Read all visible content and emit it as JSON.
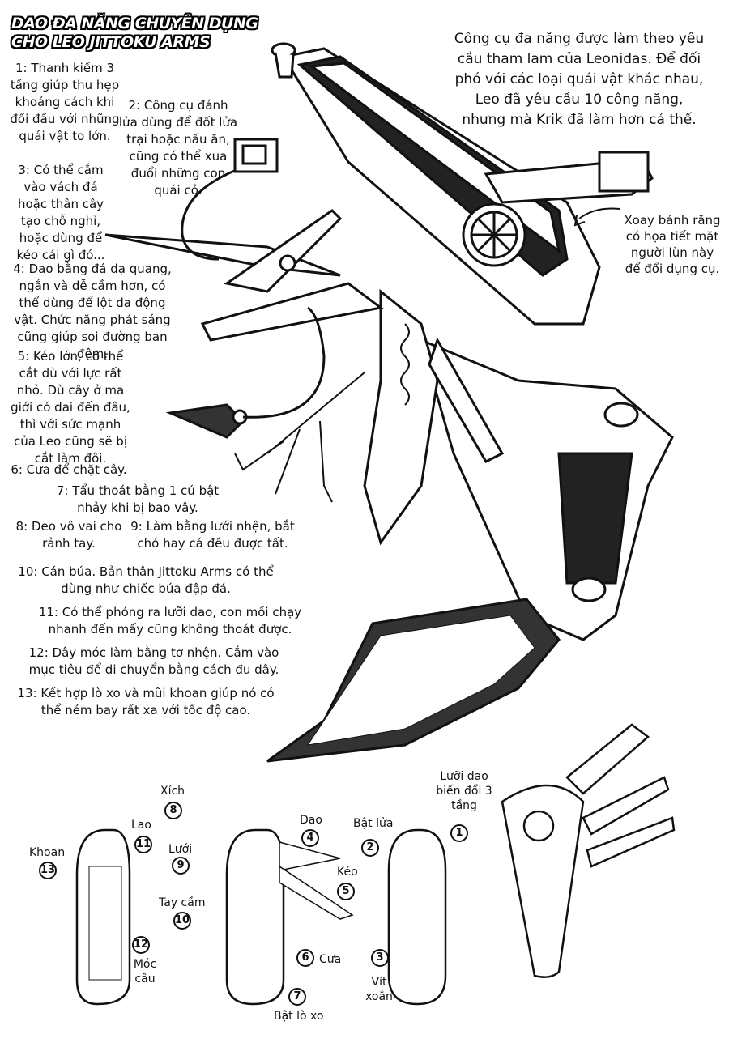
{
  "title": "DAO ĐA NĂNG CHUYÊN DỤNG CHO LEO JITTOKU ARMS",
  "intro": "Công cụ đa năng được làm theo yêu cầu tham lam của Leonidas. Để đối phó với các loại quái vật khác nhau, Leo đã yêu cầu 10 công năng, nhưng mà Krik đã làm hơn cả thế.",
  "wheel_note": "Xoay bánh răng có họa tiết mặt người lùn này để đổi dụng cụ.",
  "notes": [
    "1: Thanh kiếm 3 tầng giúp thu hẹp khoảng cách khi đối đầu với những quái vật to lớn.",
    "2: Công cụ đánh lửa dùng để đốt lửa trại hoặc nấu ăn, cũng có thể xua đuổi những con quái cỏ.",
    "3: Có thể cắm vào vách đá hoặc thân cây tạo chỗ nghỉ, hoặc dùng để kéo cái gì đó...",
    "4: Dao bằng đá dạ quang, ngắn và dễ cầm hơn, có thể dùng để lột da động vật. Chức năng phát sáng cũng giúp soi đường ban đêm.",
    "5: Kéo lớn, có thể cắt dù với lực rất nhỏ. Dù cây ở ma giới có dai đến đâu, thì với sức mạnh của Leo cũng sẽ bị cắt làm đôi.",
    "6: Cưa để chặt cây.",
    "7: Tẩu thoát bằng 1 cú bật nhảy khi bị bao vây.",
    "8: Đeo vô vai cho rảnh tay.",
    "9: Làm bằng lưới nhện, bắt chó hay cá đều được tất.",
    "10: Cán búa. Bản thân Jittoku Arms có thể dùng như chiếc búa đập đá.",
    "11: Có thể phóng ra lưỡi dao, con mồi chạy nhanh đến mấy cũng không thoát được.",
    "12: Dây móc làm bằng tơ nhện. Cắm vào mục tiêu để di chuyển bằng cách đu dây.",
    "13: Kết hợp lò xo và mũi khoan giúp nó có thể ném bay rất xa với tốc độ cao."
  ],
  "parts": {
    "xich": "Xích",
    "xich_n": "8",
    "lao": "Lao",
    "lao_n": "11",
    "khoan": "Khoan",
    "khoan_n": "13",
    "luoi": "Lưới",
    "luoi_n": "9",
    "taycam": "Tay cầm",
    "taycam_n": "10",
    "mocau": "Móc câu",
    "mocau_n": "12",
    "dao": "Dao",
    "dao_n": "4",
    "bat_lua": "Bật lửa",
    "bat_lua_n": "2",
    "luoi_dao": "Lưỡi dao biến đổi 3 tầng",
    "luoi_dao_n": "1",
    "keo": "Kéo",
    "keo_n": "5",
    "cua": "Cưa",
    "cua_n": "6",
    "vit_xoan": "Vít xoắn",
    "vit_xoan_n": "3",
    "bat_lo_xo": "Bật lò xo",
    "bat_lo_xo_n": "7"
  }
}
